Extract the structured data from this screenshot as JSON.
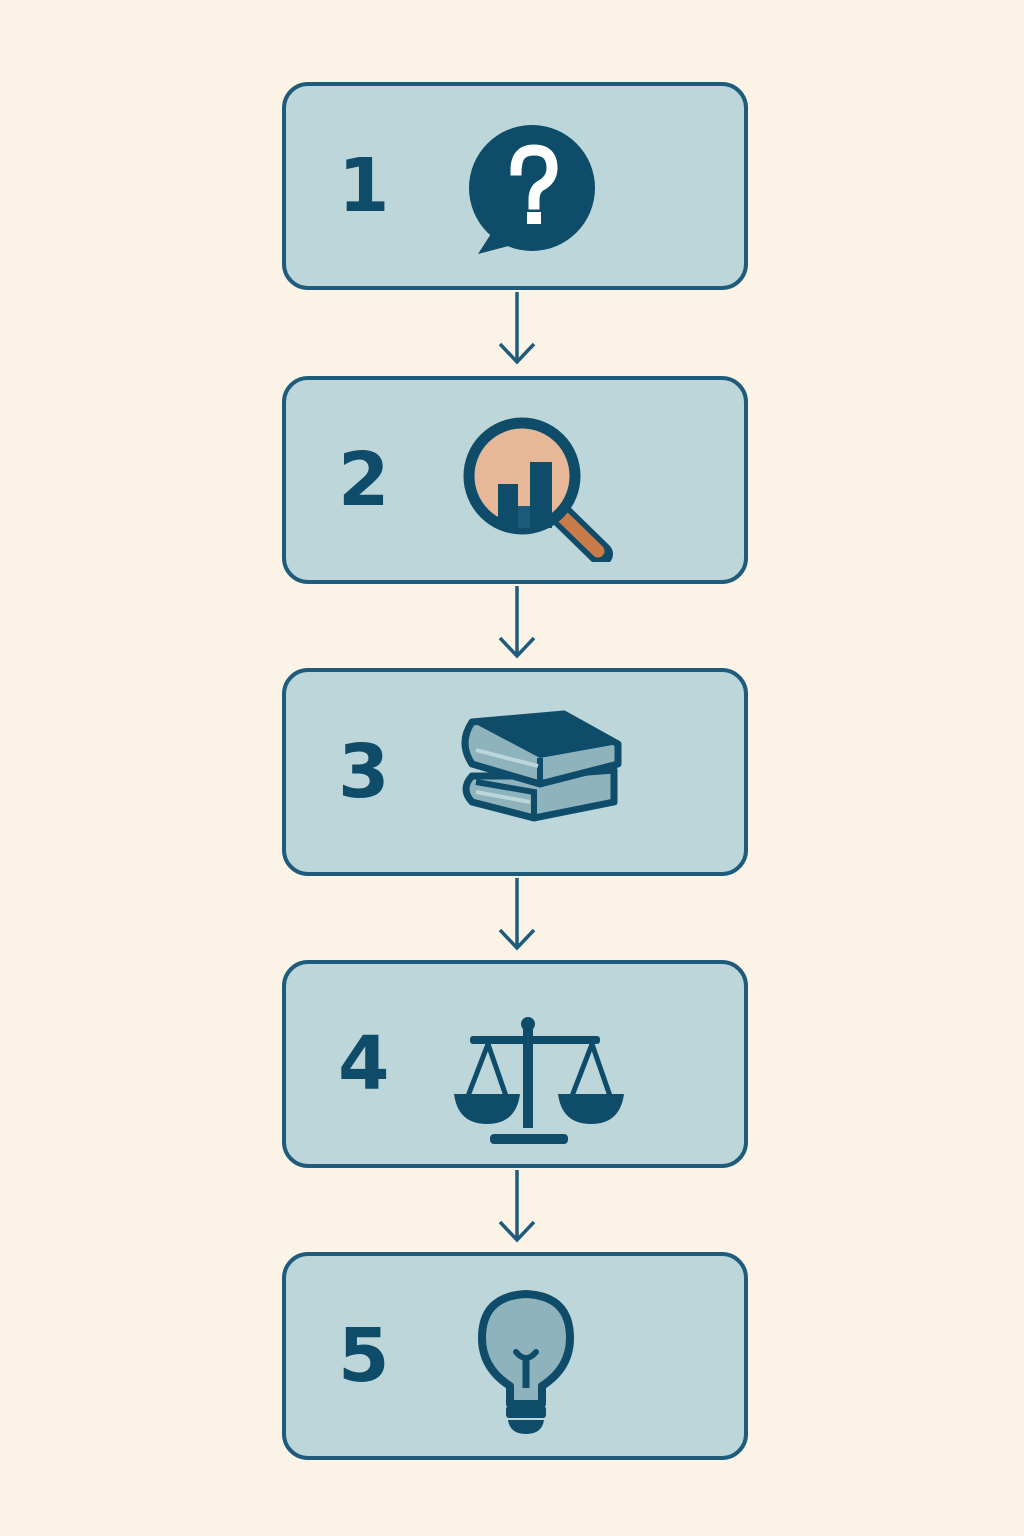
{
  "colors": {
    "background": "#faf3e6",
    "box_fill": "#bcd6d9",
    "box_stroke": "#1f5c7b",
    "icon_dark": "#0e4c6a",
    "accent_peach": "#e6b898",
    "accent_orange": "#c97c4a",
    "icon_light": "#8fb3bc"
  },
  "steps": [
    {
      "number": "1",
      "icon": "question-speech-bubble-icon"
    },
    {
      "number": "2",
      "icon": "magnifier-bar-chart-icon"
    },
    {
      "number": "3",
      "icon": "books-stack-icon"
    },
    {
      "number": "4",
      "icon": "balance-scale-icon"
    },
    {
      "number": "5",
      "icon": "lightbulb-icon"
    }
  ]
}
